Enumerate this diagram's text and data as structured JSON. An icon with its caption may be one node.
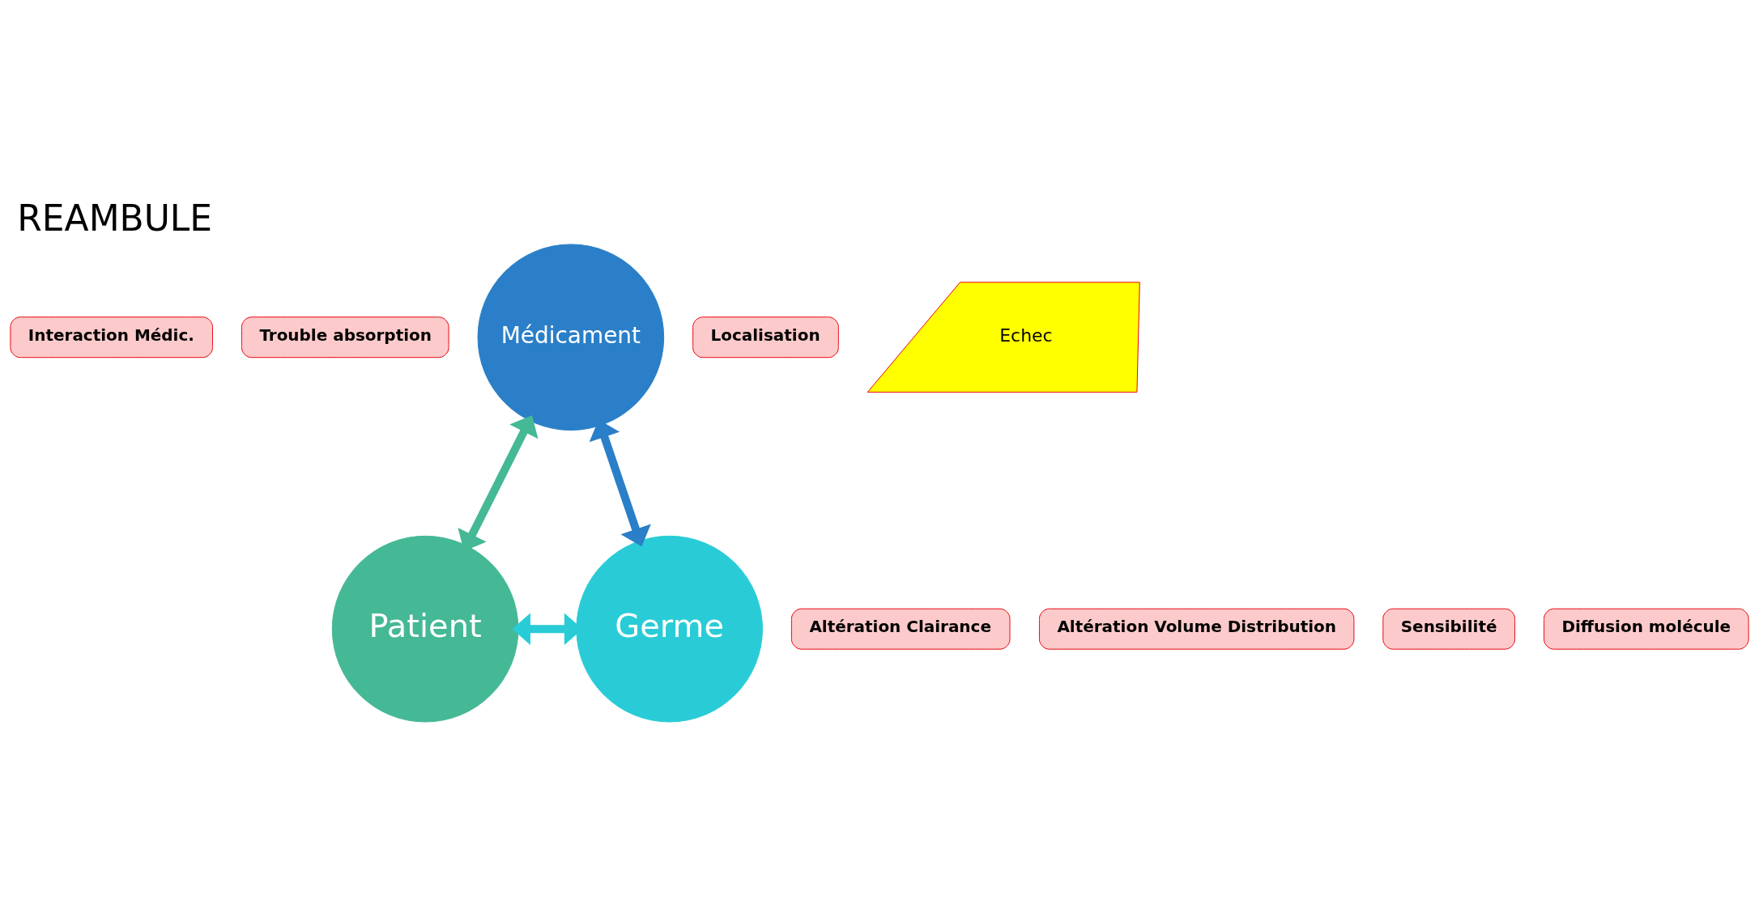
{
  "diagram": {
    "title": "REAMBULE",
    "nodes": [
      {
        "text": [
          "Interaction Médic."
        ]
      },
      {
        "text": [
          "Trouble absorption"
        ]
      },
      {
        "text": [
          "Médicament"
        ]
      },
      {
        "text": [
          "Altération Clairance"
        ]
      },
      {
        "text": [
          "Localisation"
        ]
      },
      {
        "text": [
          "Echec"
        ]
      },
      {
        "text": [
          "Altération Volume Distribution"
        ]
      },
      {
        "text": [
          "Sensibilité"
        ]
      },
      {
        "text": [
          "Patient"
        ]
      },
      {
        "text": [
          "Germe"
        ]
      },
      {
        "text": [
          "Diffusion molécule"
        ]
      }
    ],
    "edges": [
      {
        "from": 8,
        "to": 2,
        "arrow": "both",
        "color": "#45b896"
      },
      {
        "from": 2,
        "to": 9,
        "arrow": "both",
        "color": "#2a7fc8"
      },
      {
        "from": 8,
        "to": 9,
        "arrow": "both",
        "color": "#29ccd6"
      }
    ]
  }
}
